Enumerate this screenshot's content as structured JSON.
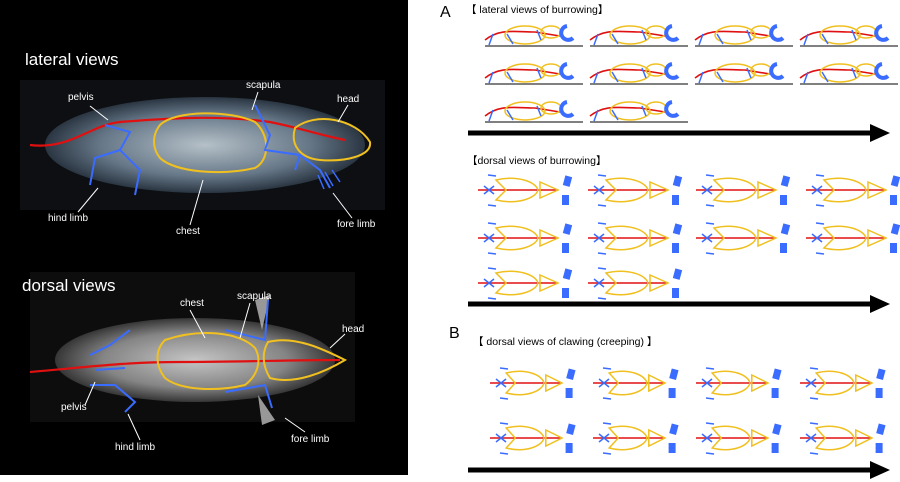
{
  "left": {
    "lateral": {
      "title": "lateral views",
      "labels": {
        "pelvis": "pelvis",
        "scapula": "scapula",
        "head": "head",
        "hind_limb": "hind limb",
        "chest": "chest",
        "fore_limb": "fore limb"
      }
    },
    "dorsal": {
      "title": "dorsal views",
      "labels": {
        "chest": "chest",
        "scapula": "scapula",
        "head": "head",
        "pelvis": "pelvis",
        "hind_limb": "hind limb",
        "fore_limb": "fore limb"
      }
    }
  },
  "right": {
    "panel_a": {
      "letter": "A",
      "lateral_header": "【 lateral views of burrowing】",
      "dorsal_header": "【dorsal views of burrowing】"
    },
    "panel_b": {
      "letter": "B",
      "header": "【 dorsal views of clawing (creeping) 】"
    }
  },
  "colors": {
    "spine": "#e01010",
    "bone": "#3a6cff",
    "outline": "#f0c020",
    "arrow": "#000000"
  }
}
